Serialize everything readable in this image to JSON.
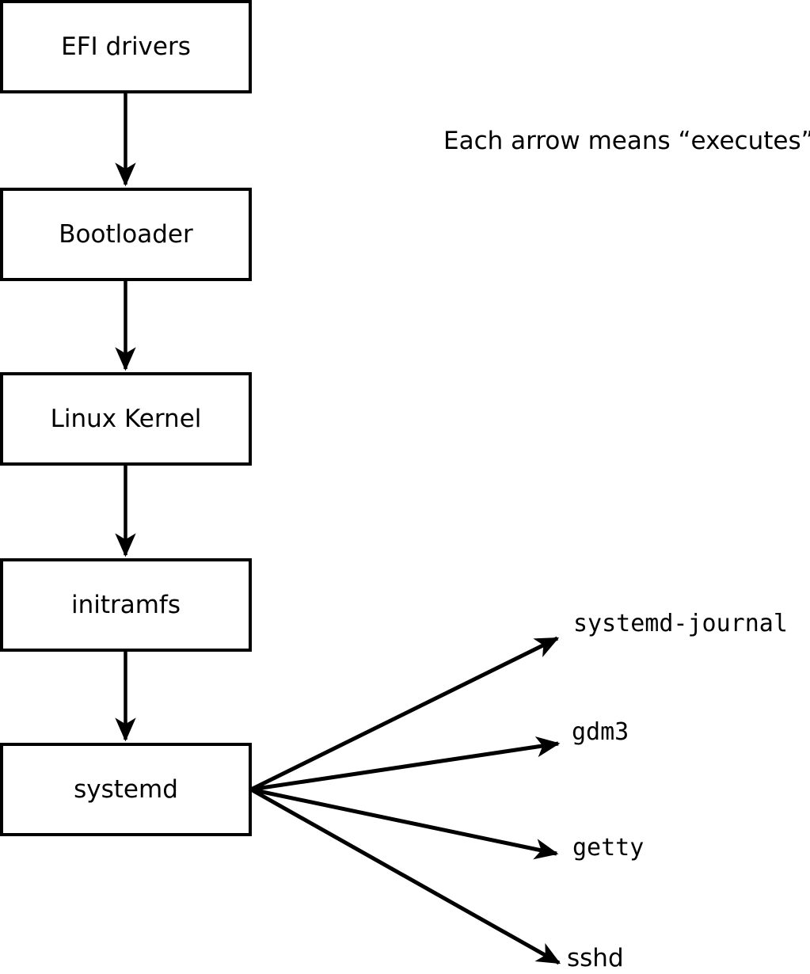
{
  "note": {
    "text": "Each arrow means “executes”."
  },
  "chain": [
    {
      "id": "efi-drivers",
      "label": "EFI drivers"
    },
    {
      "id": "bootloader",
      "label": "Bootloader"
    },
    {
      "id": "linux-kernel",
      "label": "Linux Kernel"
    },
    {
      "id": "initramfs",
      "label": "initramfs"
    },
    {
      "id": "systemd",
      "label": "systemd"
    }
  ],
  "targets": [
    {
      "id": "systemd-journal",
      "label": "systemd-journal"
    },
    {
      "id": "gdm3",
      "label": "gdm3"
    },
    {
      "id": "getty",
      "label": "getty"
    },
    {
      "id": "sshd",
      "label": "sshd"
    }
  ],
  "edges": [
    {
      "from": "EFI drivers",
      "to": "Bootloader",
      "meaning": "executes"
    },
    {
      "from": "Bootloader",
      "to": "Linux Kernel",
      "meaning": "executes"
    },
    {
      "from": "Linux Kernel",
      "to": "initramfs",
      "meaning": "executes"
    },
    {
      "from": "initramfs",
      "to": "systemd",
      "meaning": "executes"
    },
    {
      "from": "systemd",
      "to": "systemd-journal",
      "meaning": "executes"
    },
    {
      "from": "systemd",
      "to": "gdm3",
      "meaning": "executes"
    },
    {
      "from": "systemd",
      "to": "getty",
      "meaning": "executes"
    },
    {
      "from": "systemd",
      "to": "sshd",
      "meaning": "executes"
    }
  ],
  "colors": {
    "line": "#000000",
    "text": "#000000",
    "background": "#ffffff",
    "box_fill": "#ffffff"
  }
}
